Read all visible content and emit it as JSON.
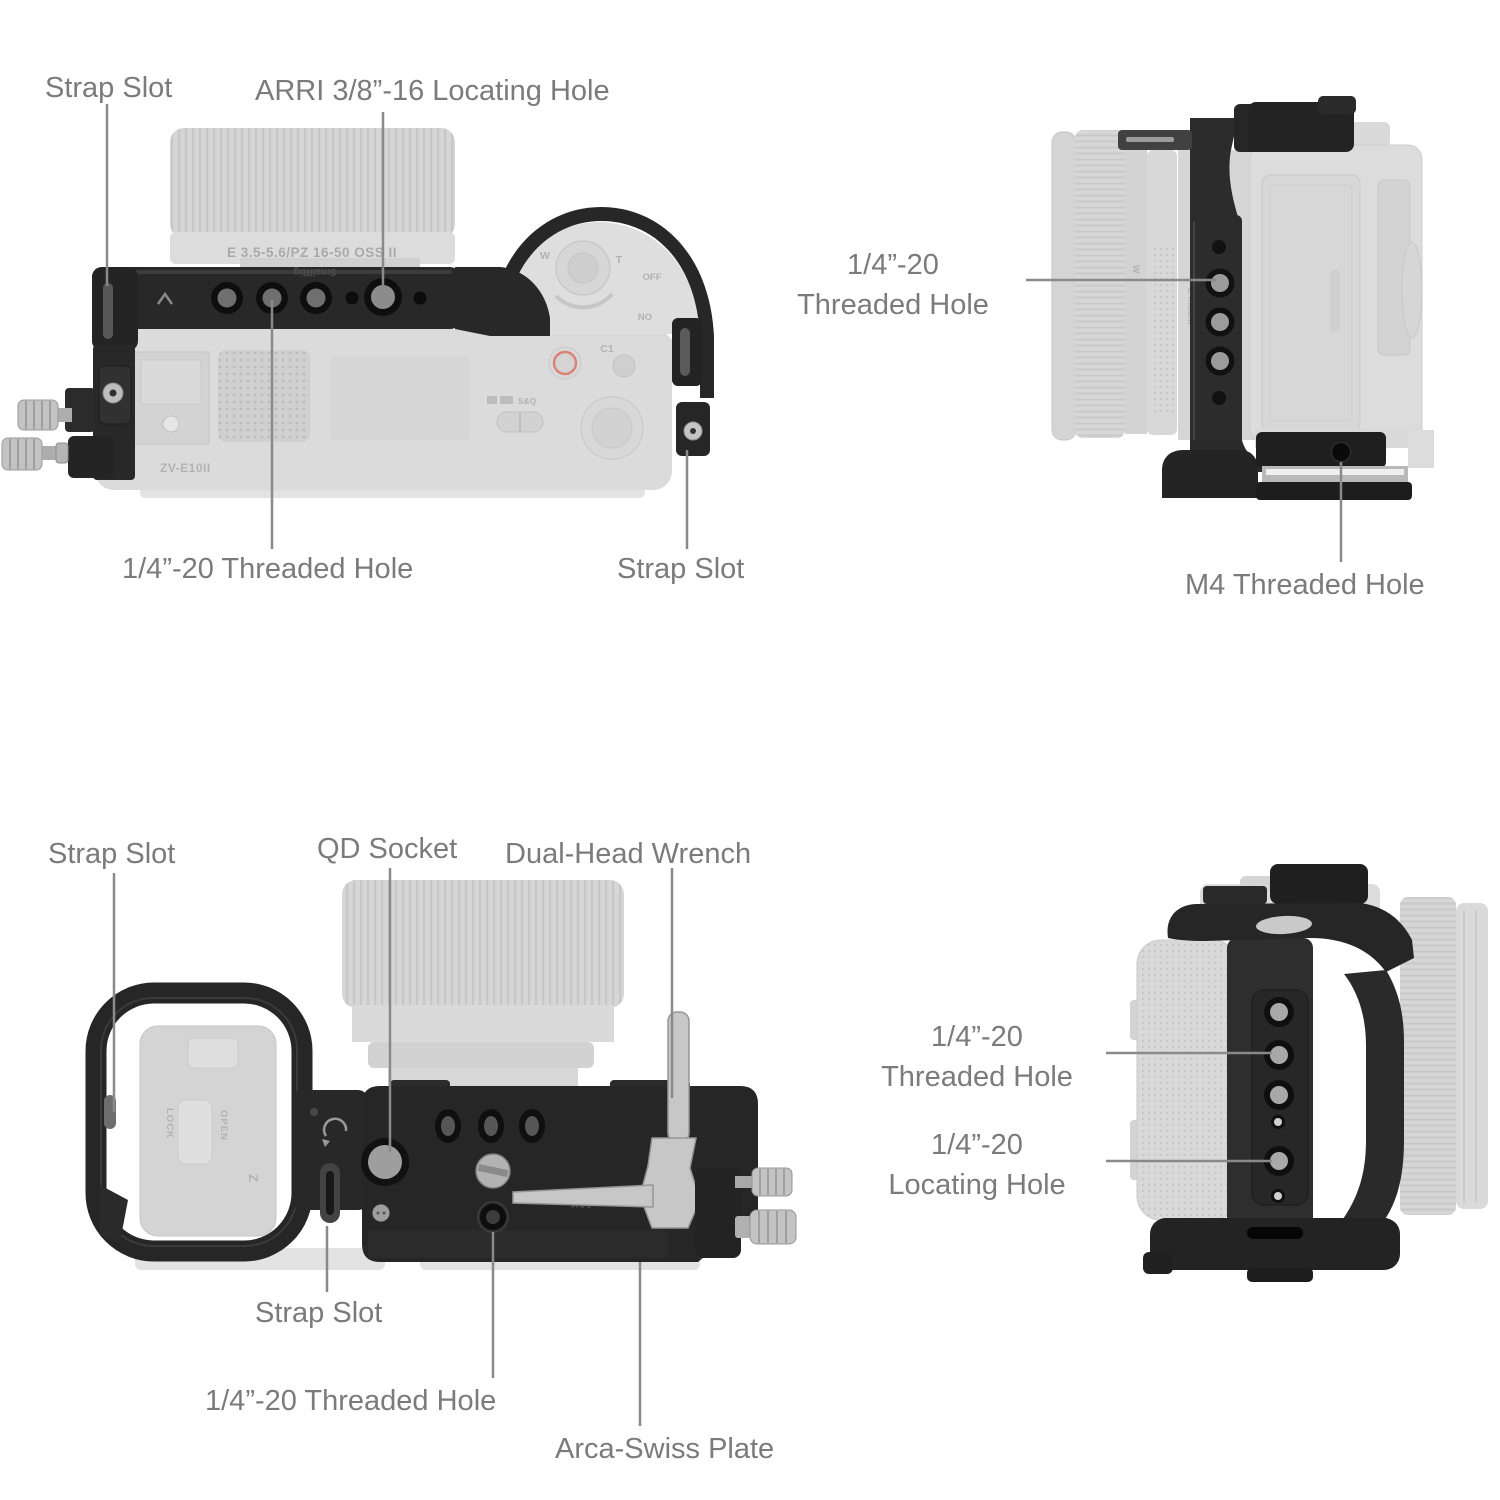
{
  "diagram": {
    "background": "#ffffff",
    "colors": {
      "label_text": "#7b7b7b",
      "leader_line": "#8a8a8a",
      "cage_dark": "#262626",
      "ghost_camera": "#d8d8d8",
      "silver_screw": "#c3c3c3",
      "record_ring_red": "#dc8076"
    },
    "views": {
      "top_view": {
        "callouts": {
          "strap_slot_left": "Strap Slot",
          "arri_locating_hole": "ARRI 3/8”-16 Locating Hole",
          "threaded_hole": "1/4”-20 Threaded Hole",
          "strap_slot_right": "Strap Slot"
        },
        "markings": {
          "lens": "E 3.5-5.6/PZ 16-50 OSS II",
          "brand": "SmallRig",
          "model": "ZV-E10II",
          "c1": "C1",
          "off": "OFF",
          "on": "NO",
          "w": "W",
          "t": "T",
          "sq": "S&Q"
        }
      },
      "right_side_view": {
        "callouts": {
          "threaded_hole_line1": "1/4”-20",
          "threaded_hole_line2": "Threaded Hole",
          "m4_threaded_hole": "M4 Threaded Hole"
        },
        "markings": {
          "mount": "E-mount",
          "w": "W"
        }
      },
      "bottom_view": {
        "callouts": {
          "strap_slot_top": "Strap Slot",
          "qd_socket": "QD Socket",
          "dual_head_wrench": "Dual-Head Wrench",
          "strap_slot_bottom": "Strap Slot",
          "threaded_hole": "1/4”-20 Threaded Hole",
          "arca_swiss_plate": "Arca-Swiss Plate"
        },
        "markings": {
          "lock": "LOCK",
          "open": "OPEN",
          "battery": "Z",
          "a00": "A00"
        }
      },
      "grip_side_view": {
        "callouts": {
          "threaded_hole_line1": "1/4”-20",
          "threaded_hole_line2": "Threaded Hole",
          "locating_hole_line1": "1/4”-20",
          "locating_hole_line2": "Locating Hole"
        }
      }
    }
  }
}
